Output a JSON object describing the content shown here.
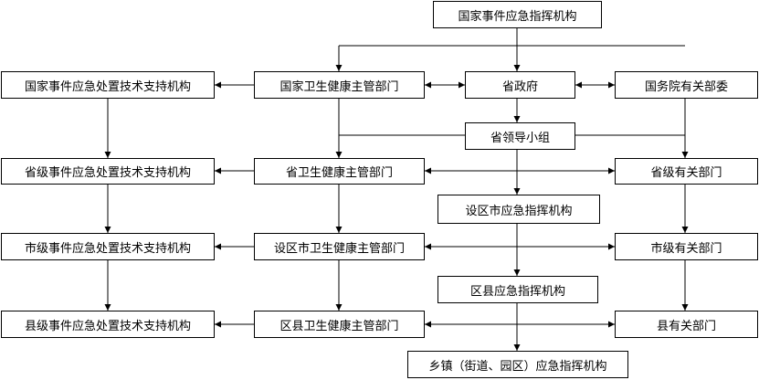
{
  "nodes": {
    "national_command": "国家事件应急指挥机构",
    "national_tech": "国家事件应急处置技术支持机构",
    "national_health": "国家卫生健康主管部门",
    "provincial_gov": "省政府",
    "state_council": "国务院有关部委",
    "provincial_group": "省领导小组",
    "provincial_tech": "省级事件应急处置技术支持机构",
    "provincial_health": "省卫生健康主管部门",
    "provincial_depts": "省级有关部门",
    "city_command": "设区市应急指挥机构",
    "city_tech": "市级事件应急处置技术支持机构",
    "city_health": "设区市卫生健康主管部门",
    "city_depts": "市级有关部门",
    "county_command": "区县应急指挥机构",
    "county_tech": "县级事件应急处置技术支持机构",
    "county_health": "区县卫生健康主管部门",
    "county_depts": "县有关部门",
    "town_command": "乡镇（街道、园区）应急指挥机构"
  }
}
